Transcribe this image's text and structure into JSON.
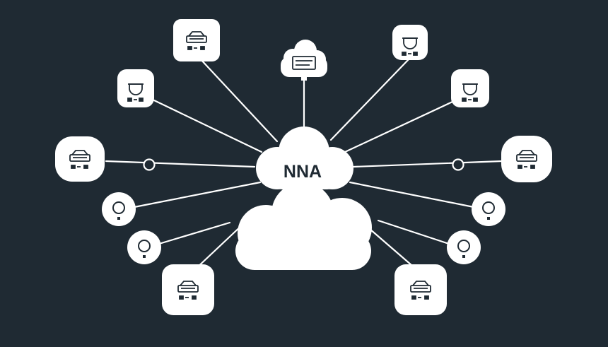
{
  "background_color": "#1f2a33",
  "foreground_color": "#ffffff",
  "hub": {
    "label": "NNA",
    "shape": "cloud"
  },
  "nodes": [
    {
      "id": "top-left-server",
      "icon": "server-rack-icon"
    },
    {
      "id": "top-center-cloud-server",
      "icon": "cloud-server-icon"
    },
    {
      "id": "top-right-camera",
      "icon": "dome-camera-icon"
    },
    {
      "id": "upper-left-camera",
      "icon": "dome-camera-icon"
    },
    {
      "id": "upper-right-camera",
      "icon": "dome-camera-icon"
    },
    {
      "id": "left-server",
      "icon": "server-rack-icon"
    },
    {
      "id": "right-server",
      "icon": "server-rack-icon"
    },
    {
      "id": "mid-left-sensor",
      "icon": "sensor-icon"
    },
    {
      "id": "mid-right-sensor",
      "icon": "sensor-icon"
    },
    {
      "id": "lower-left-sensor",
      "icon": "sensor-icon"
    },
    {
      "id": "lower-right-sensor",
      "icon": "sensor-icon"
    },
    {
      "id": "bottom-left-server",
      "icon": "server-rack-icon"
    },
    {
      "id": "bottom-right-server",
      "icon": "server-rack-icon"
    }
  ]
}
